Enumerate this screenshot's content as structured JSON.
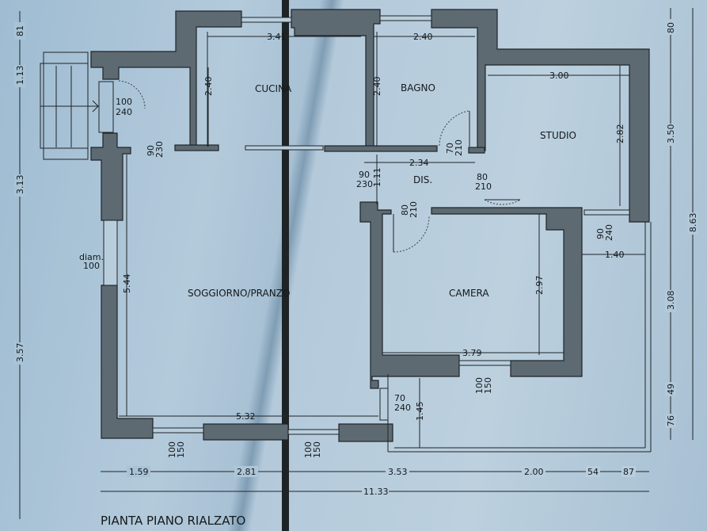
{
  "title": "PIANTA PIANO RIALZATO",
  "rooms": {
    "cucina": "CUCINA",
    "bagno": "BAGNO",
    "studio": "STUDIO",
    "dis": "DIS.",
    "soggiorno": "SOGGIORNO/PRANZO",
    "camera": "CAMERA"
  },
  "room_dimensions": {
    "cucina_width": "3.41",
    "cucina_height": "2.40",
    "bagno_width": "2.40",
    "bagno_height": "2.40",
    "studio_width": "3.00",
    "studio_height": "2.82",
    "dis_width": "2.34",
    "dis_height": "1.11",
    "soggiorno_height": "5.44",
    "soggiorno_width": "5.32",
    "camera_height": "2.97",
    "camera_width": "3.79",
    "terrace_width": "1.40",
    "terrace_height": "1.45"
  },
  "openings": {
    "entrance": {
      "w": "100",
      "h": "240"
    },
    "cucina_door": {
      "w": "90",
      "h": "230"
    },
    "dis_door": {
      "w": "90",
      "h": "230"
    },
    "bagno_door": {
      "w": "70",
      "h": "210"
    },
    "studio_door": {
      "w": "80",
      "h": "210"
    },
    "camera_door": {
      "w": "80",
      "h": "210"
    },
    "studio_window": {
      "w": "90",
      "h": "240"
    },
    "camera_window": {
      "w": "100",
      "h": "150"
    },
    "soggiorno_window_1": {
      "w": "100",
      "h": "150"
    },
    "soggiorno_window_2": {
      "w": "100",
      "h": "150"
    },
    "balcony_door": {
      "w": "70",
      "h": "240"
    },
    "round_window": {
      "label": "diam.",
      "value": "100"
    }
  },
  "left_dims": [
    "81",
    "1.13",
    "3.13",
    "3.57"
  ],
  "right_dims": {
    "inner": [
      "80",
      "3.50",
      "3.08",
      "49",
      "76"
    ],
    "total": "8.63"
  },
  "bottom_dims": {
    "segments": [
      "1.59",
      "2.81",
      "3.53",
      "2.00",
      "54",
      "87"
    ],
    "total": "11.33"
  }
}
